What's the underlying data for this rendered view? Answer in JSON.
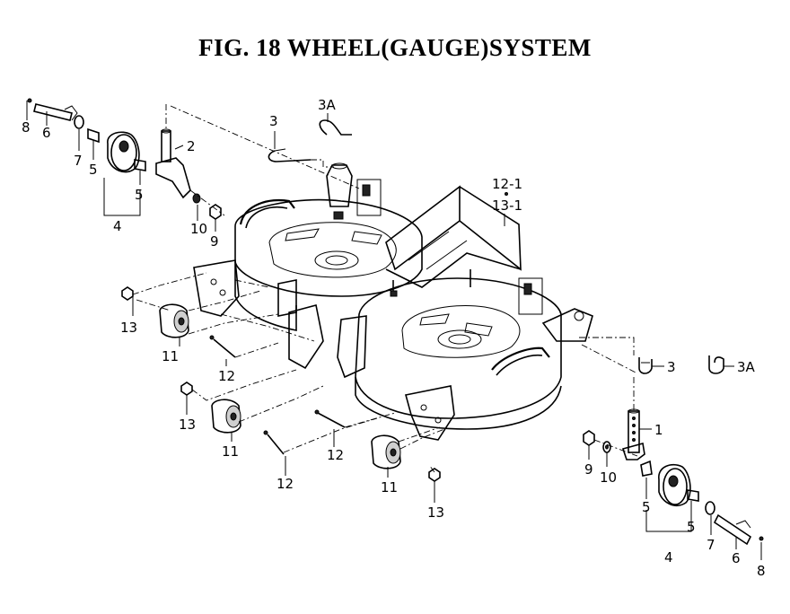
{
  "title": "FIG. 18  WHEEL(GAUGE)SYSTEM",
  "callouts": {
    "c_8a": "8",
    "c_6a": "6",
    "c_7a": "7",
    "c_5a": "5",
    "c_5b": "5",
    "c_4a": "4",
    "c_2": "2",
    "c_10a": "10",
    "c_9a": "9",
    "c_3a": "3",
    "c_3Aa": "3A",
    "c_12_1": "12-1",
    "c_13_1": "13-1",
    "c_13a": "13",
    "c_11a": "11",
    "c_12a": "12",
    "c_13b": "13",
    "c_11b": "11",
    "c_12b": "12",
    "c_12c": "12",
    "c_11c": "11",
    "c_13c": "13",
    "c_3b": "3",
    "c_3Ab": "3A",
    "c_1": "1",
    "c_9b": "9",
    "c_10b": "10",
    "c_5c": "5",
    "c_5d": "5",
    "c_7b": "7",
    "c_6b": "6",
    "c_4b": "4",
    "c_8b": "8"
  }
}
